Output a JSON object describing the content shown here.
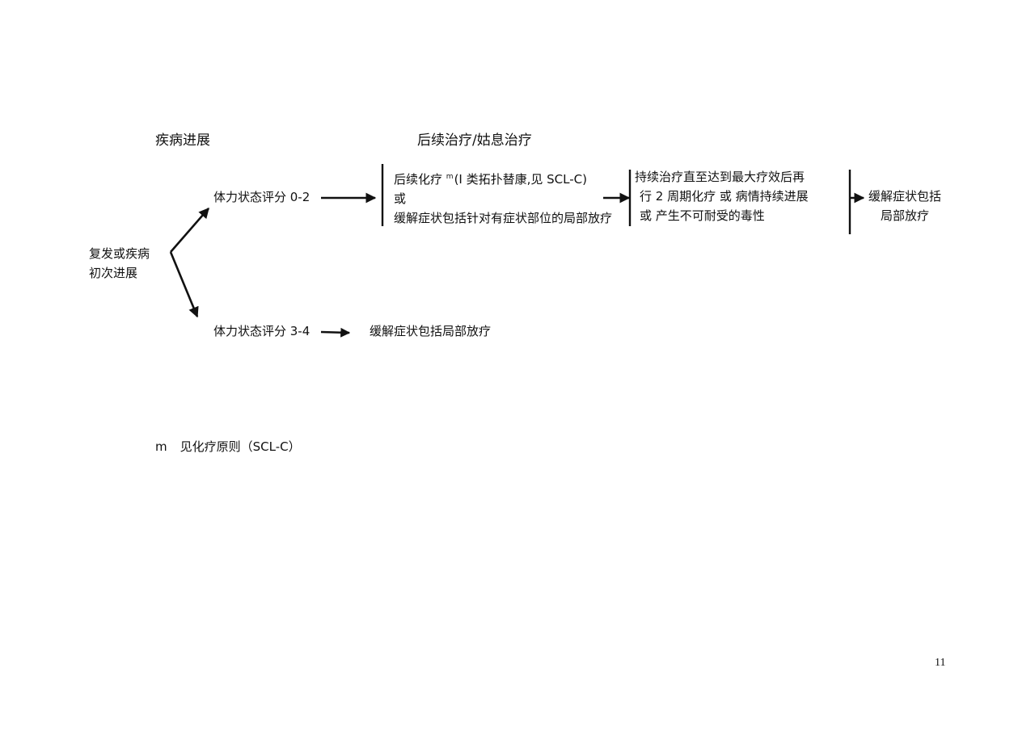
{
  "headers": {
    "progression": "疾病进展",
    "subsequent": "后续治疗/姑息治疗"
  },
  "start_node": {
    "line1": "复发或疾病",
    "line2": "初次进展"
  },
  "ps_good": {
    "label": "体力状态评分 0-2",
    "treatment": {
      "line1_prefix": "后续化疗 ",
      "line1_sup": "m",
      "line1_rest": "(I 类拓扑替康,见 SCL-C)",
      "line2": "或",
      "line3": "缓解症状包括针对有症状部位的局部放疗"
    },
    "continuation": {
      "line1": "持续治疗直至达到最大疗效后再",
      "line2": "行 2 周期化疗  或  病情持续进展",
      "line3": "或  产生不可耐受的毒性"
    },
    "palliative": {
      "line1": "缓解症状包括",
      "line2": "局部放疗"
    }
  },
  "ps_poor": {
    "label": "体力状态评分 3-4",
    "treatment": "缓解症状包括局部放疗"
  },
  "footnote": {
    "marker": "m",
    "text": "见化疗原则（SCL-C）"
  },
  "page_number": "11",
  "colors": {
    "ink": "#111111",
    "background": "#ffffff"
  }
}
